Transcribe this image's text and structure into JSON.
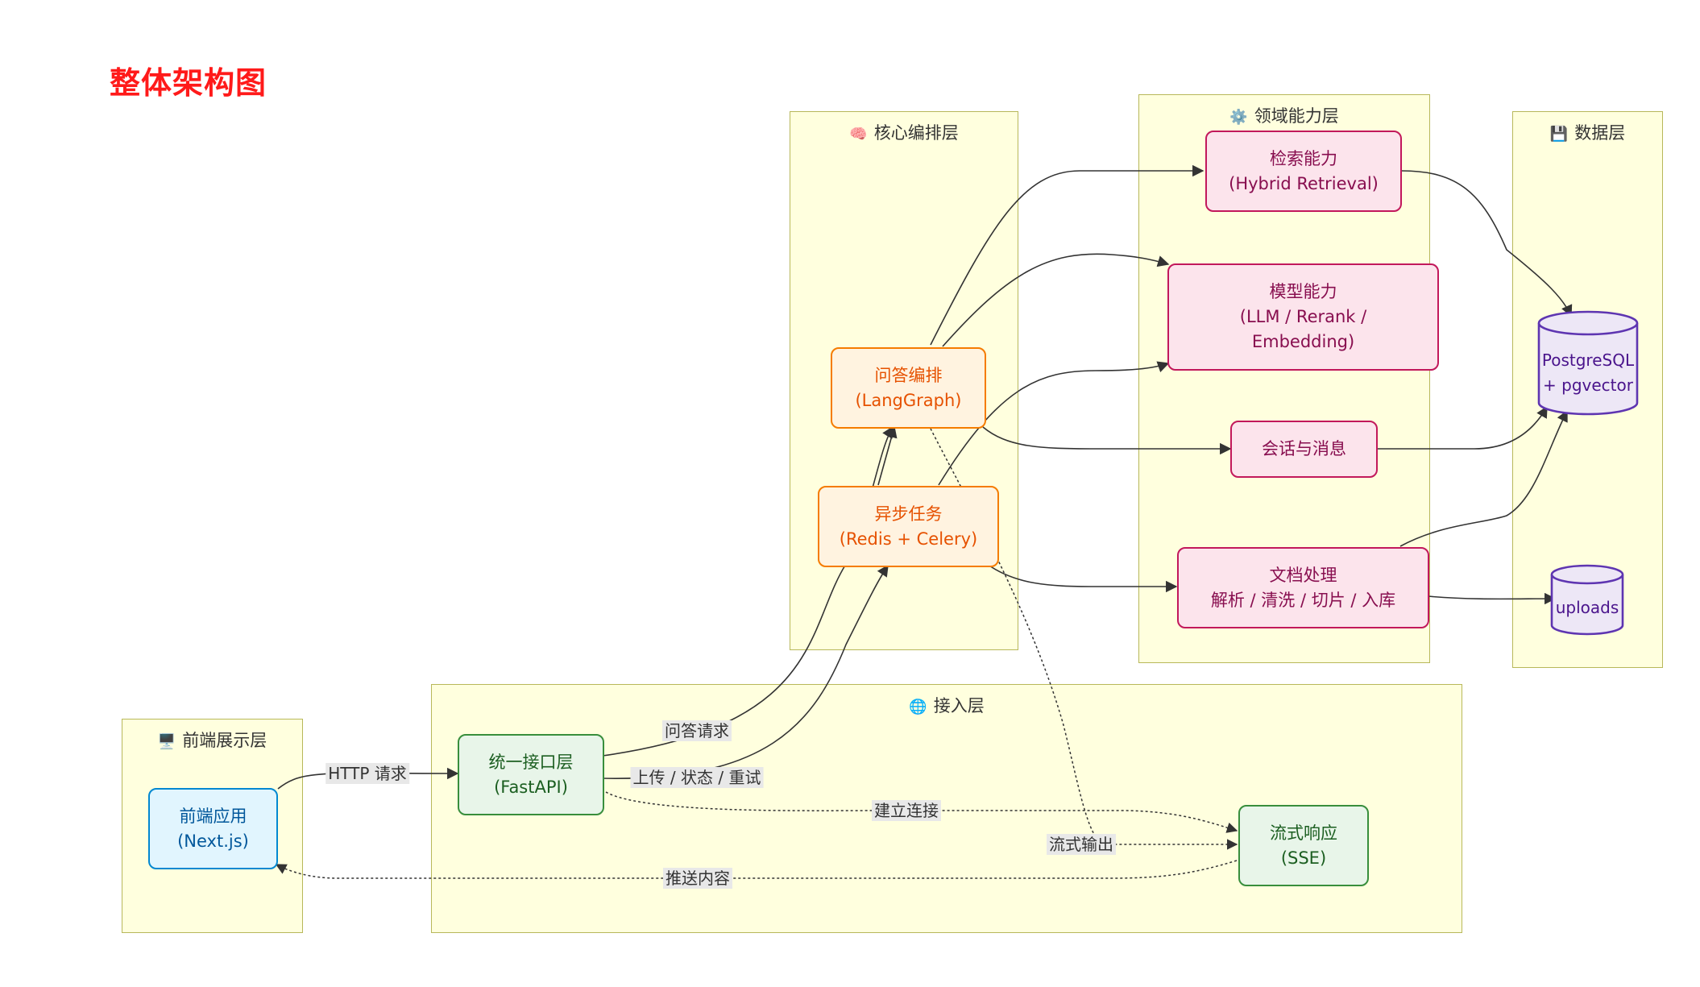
{
  "title": "整体架构图",
  "clusters": {
    "orchestration": {
      "icon": "🧠",
      "label": "核心编排层"
    },
    "domain": {
      "icon": "⚙️",
      "label": "领域能力层"
    },
    "data": {
      "icon": "💾",
      "label": "数据层"
    },
    "access": {
      "icon": "🌐",
      "label": "接入层"
    },
    "frontend": {
      "icon": "🖥️",
      "label": "前端展示层"
    }
  },
  "nodes": {
    "frontend_app": {
      "line1": "前端应用",
      "line2": "(Next.js)"
    },
    "api_gateway": {
      "line1": "统一接口层",
      "line2": "(FastAPI)"
    },
    "sse": {
      "line1": "流式响应",
      "line2": "(SSE)"
    },
    "qa_orch": {
      "line1": "问答编排",
      "line2": "(LangGraph)"
    },
    "async_task": {
      "line1": "异步任务",
      "line2": "(Redis + Celery)"
    },
    "retrieval": {
      "line1": "检索能力",
      "line2": "(Hybrid Retrieval)"
    },
    "model": {
      "line1": "模型能力",
      "line2": "(LLM / Rerank /",
      "line3": "Embedding)"
    },
    "session": {
      "line1": "会话与消息"
    },
    "doc_proc": {
      "line1": "文档处理",
      "line2": "解析 / 清洗 / 切片 / 入库"
    },
    "postgres": {
      "line1": "PostgreSQL",
      "line2": "+ pgvector"
    },
    "uploads": {
      "line1": "uploads"
    }
  },
  "edge_labels": {
    "http": "HTTP 请求",
    "qa_request": "问答请求",
    "upload": "上传 / 状态 / 重试",
    "connect": "建立连接",
    "stream": "流式输出",
    "push": "推送内容"
  },
  "colors": {
    "title": "#ff1a1a",
    "cluster_fill": "#ffffde",
    "cluster_border": "#b8b85a",
    "edge": "#333333"
  }
}
